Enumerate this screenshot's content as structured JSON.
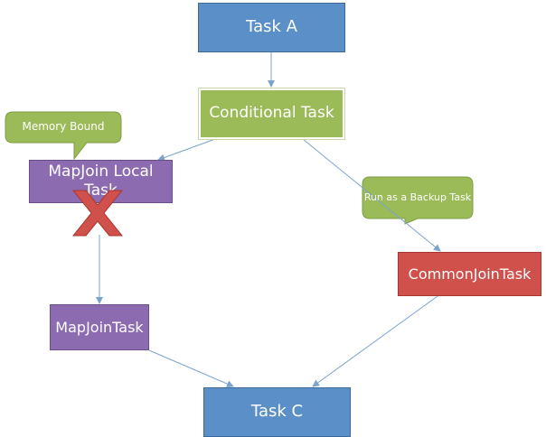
{
  "nodes": {
    "task_a": "Task A",
    "conditional_task": "Conditional Task",
    "mapjoin_local_task": "MapJoin LocalTask",
    "mapjoin_task": "MapJoinTask",
    "common_join_task": "CommonJoinTask",
    "task_c": "Task C"
  },
  "callouts": {
    "memory_bound": "Memory Bound",
    "run_as_backup": "Run as a Backup Task"
  },
  "colors": {
    "blue": "#5b8fc7",
    "green": "#9bbb59",
    "purple": "#8c6bb0",
    "red": "#d0504b",
    "edge": "#7aa3cf",
    "x_mark": "#d0504b"
  }
}
